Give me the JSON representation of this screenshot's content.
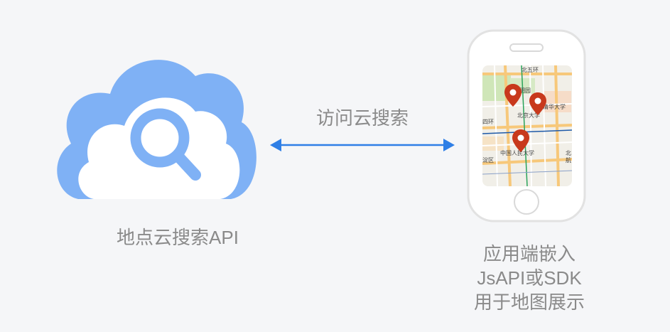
{
  "cloud": {
    "label": "地点云搜索API",
    "colors": {
      "outer": "#7fb1f5",
      "inner": "#ffffff",
      "icon": "#7fb1f5"
    }
  },
  "connection": {
    "label": "访问云搜索",
    "color": "#2f7fe6"
  },
  "phone": {
    "caption": [
      "应用端嵌入",
      "JsAPI或SDK",
      "用于地图展示"
    ],
    "map": {
      "labels": {
        "ring": "北五环",
        "park": "圆明园",
        "tsinghua": "清华大学",
        "ring4": "四环",
        "pku": "北京大学",
        "district": "淀区",
        "ruc": "中国人民大学",
        "edge": "北",
        "edge2": "航"
      }
    },
    "colors": {
      "body": "#ffffff",
      "outline": "#e6e6e6",
      "pin": "#c8391c"
    }
  }
}
